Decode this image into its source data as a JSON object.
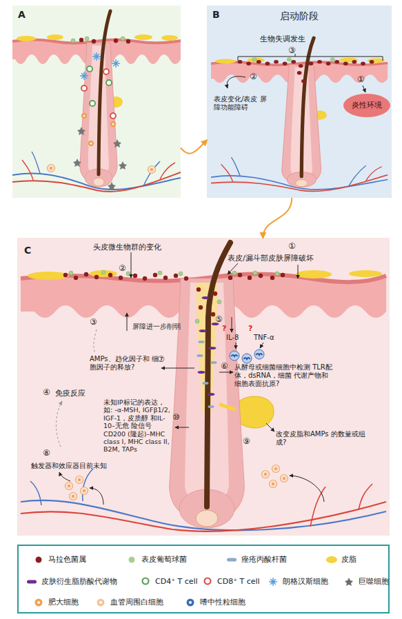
{
  "diagram": {
    "nodes": [
      {
        "text": [
          "A"
        ]
      },
      {
        "text": [
          "B",
          "启动阶段"
        ]
      },
      {
        "text": [
          "炎性环境"
        ],
        "in": 1
      },
      {
        "text": [
          "C"
        ]
      }
    ],
    "edges": [
      {
        "from": 0,
        "to": 1,
        "arrow": "to"
      },
      {
        "from": 1,
        "to": 3,
        "arrow": "to"
      }
    ],
    "labels": [
      "生物失调发生",
      "③",
      "②",
      "①",
      "表皮变化/表皮 屏障功能障碍",
      "头皮微生物群的变化",
      "②",
      "①",
      "表皮/漏斗部皮肤屏障破坏",
      "③",
      "屏障进一步削弱",
      "⑤",
      "?",
      "?",
      "IL-8",
      "TNF-α",
      "AMPs、趋化因子和 细胞因子的释放?",
      "⑦",
      "⑥",
      "从酵母或细菌细胞中检测 TLR配体，dsRNA，细菌 代谢产物和 细胞表面抗原?",
      "④",
      "免疫反应",
      "⑩",
      "未知IP标记的表达，如: -α-MSH, IGFβ1/2, IGF-1，皮质醇 和IL-10–无危 险信号CD200 (隆起)–MHC class I, MHC class II, B2M, TAPs",
      "⑨",
      "改变皮脂和AMPs 的数量或组成?",
      "⑧",
      "触发器和效应器目前未知"
    ],
    "legend": [
      {
        "text": "马拉色菌属",
        "color": "#8b1e1e"
      },
      {
        "text": "表皮葡萄球菌",
        "color": "#a9cf8f"
      },
      {
        "text": "痤疮丙酸杆菌",
        "color": "#8fa8c8"
      },
      {
        "text": "皮脂",
        "color": "#f6d23c"
      },
      {
        "text": "皮肤衍生脂肪酸代谢物",
        "color": "#6b2d8f"
      },
      {
        "text": "CD4⁺ T cell",
        "color": "#5aa35a"
      },
      {
        "text": "CD8⁺ T cell",
        "color": "#d9534f"
      },
      {
        "text": "朗格汉斯细胞",
        "color": "#5aa0d8"
      },
      {
        "text": "巨噬细胞",
        "color": "#6d6d6d"
      },
      {
        "text": "肥大细胞",
        "color": "#f0a050"
      },
      {
        "text": "血管周围白细胞",
        "color": "#f5c49a"
      },
      {
        "text": "嗜中性粒细胞",
        "color": "#3d6db5"
      }
    ]
  }
}
